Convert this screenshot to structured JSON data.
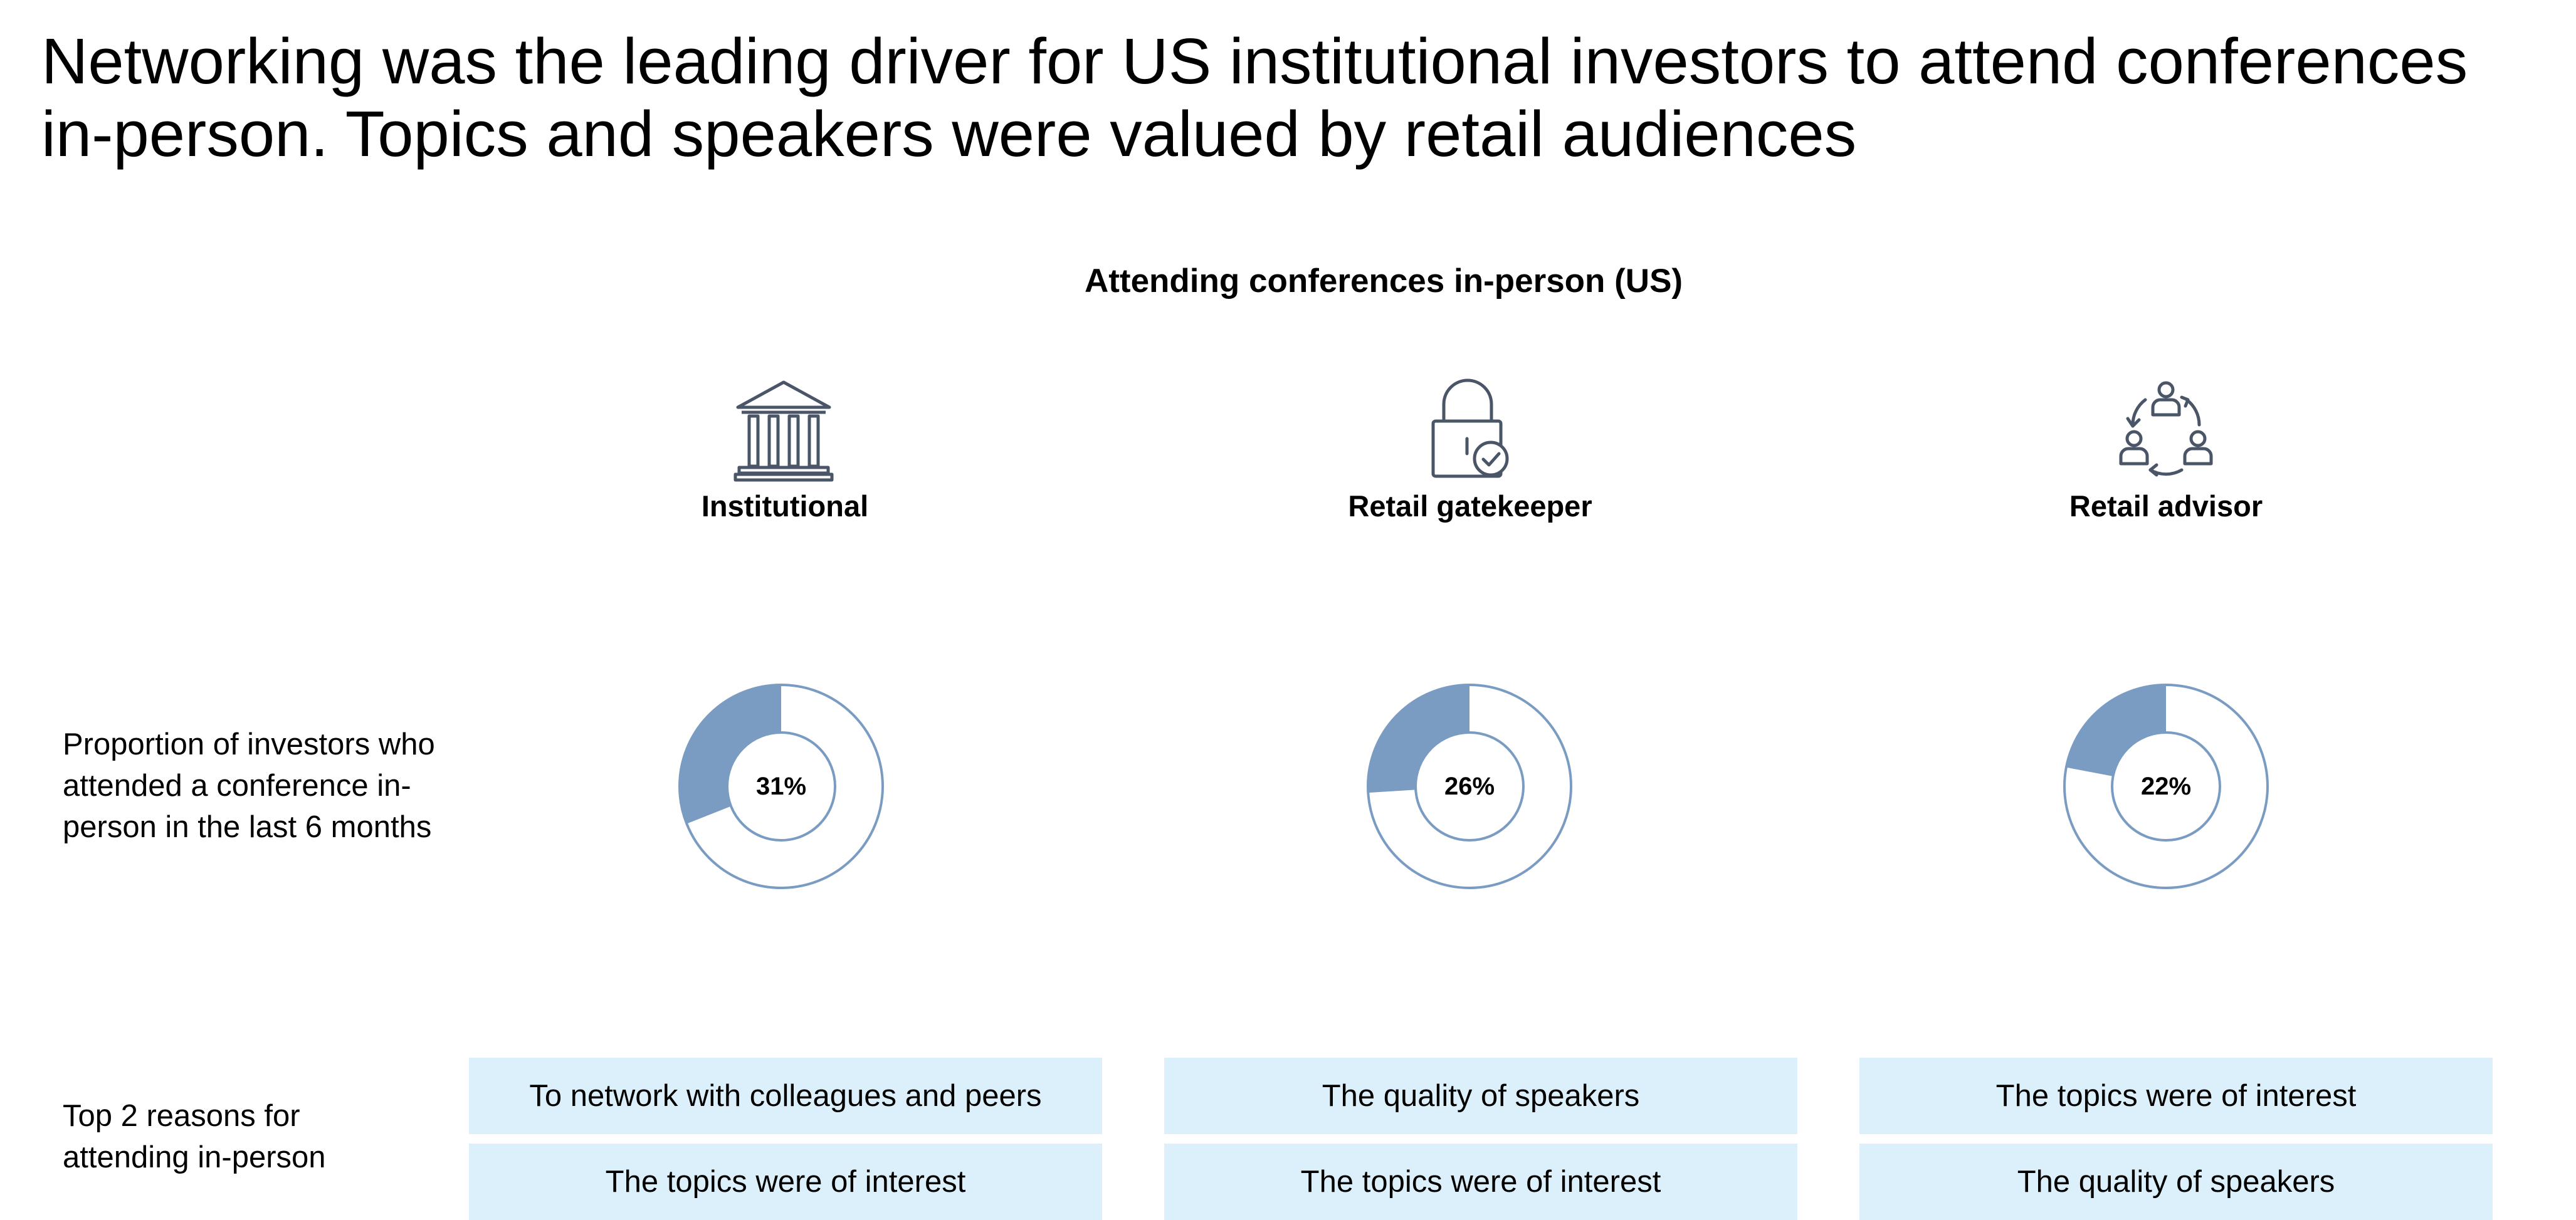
{
  "page": {
    "title": "Networking was the leading driver for US institutional investors to attend conferences in-person. Topics and speakers were valued by retail audiences"
  },
  "row_labels": {
    "proportion": "Proportion of investors who attended a conference in-person in the last 6 months",
    "reasons": "Top 2 reasons for attending in-person"
  },
  "groups": [
    {
      "label": "Institutional",
      "icon": "bank-building-icon",
      "pct_label": "31%",
      "reasons": [
        "To network with colleagues and peers",
        "The topics were of interest"
      ]
    },
    {
      "label": "Retail gatekeeper",
      "icon": "padlock-check-icon",
      "pct_label": "26%",
      "reasons": [
        "The quality of speakers",
        "The topics were of interest"
      ]
    },
    {
      "label": "Retail advisor",
      "icon": "people-cycle-icon",
      "pct_label": "22%",
      "reasons": [
        "The topics were of interest",
        "The quality of speakers"
      ]
    }
  ],
  "colors": {
    "donut_fill": "#7a9cc2",
    "donut_outline": "#7a9cc2",
    "reason_box": "#dcf0fb",
    "icon_stroke": "#4a5568"
  },
  "chart_data": {
    "type": "pie",
    "title": "Attending conferences in-person (US)",
    "categories": [
      "Institutional",
      "Retail gatekeeper",
      "Retail advisor"
    ],
    "values": [
      31,
      26,
      22
    ],
    "unit": "%"
  }
}
